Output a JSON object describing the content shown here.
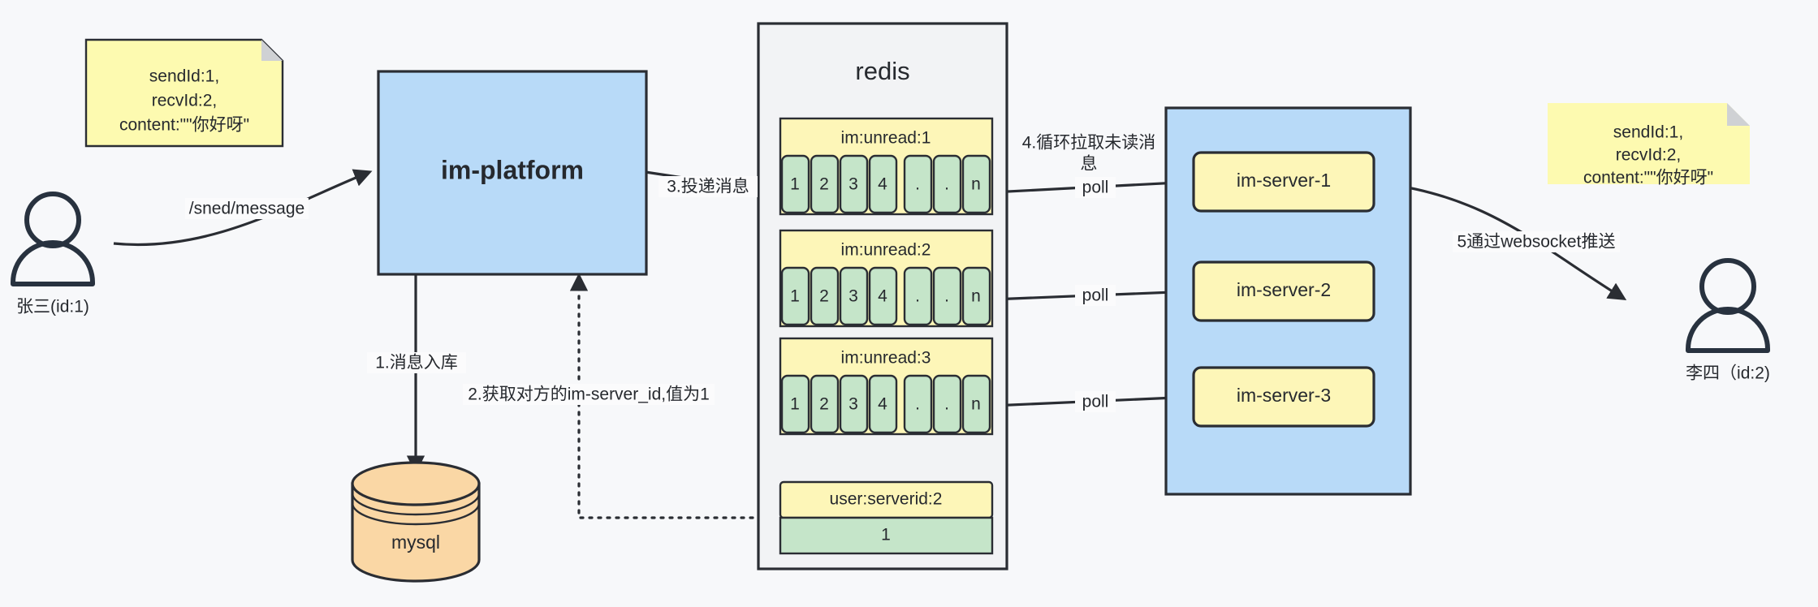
{
  "diagram": {
    "title": "IM message delivery architecture",
    "background": "#f7f8fa",
    "colors": {
      "note_yellow": "#fdfab0",
      "box_blue": "#b8daf8",
      "box_yellow": "#fdf6b8",
      "cell_green": "#c5e5c9",
      "cylinder_orange": "#fad7a5",
      "container_gray": "#f2f3f5",
      "stroke_dark": "#2a2d33"
    }
  },
  "actors": {
    "sender": {
      "label": "张三(id:1)",
      "icon": "person-icon"
    },
    "receiver": {
      "label": "李四（id:2)",
      "icon": "person-icon"
    }
  },
  "notes": {
    "left": {
      "lines": [
        "sendId:1,",
        "recvId:2,",
        "content:\"\"你好呀\""
      ]
    },
    "right": {
      "lines": [
        "sendId:1,",
        "recvId:2,",
        "content:\"\"你好呀\""
      ]
    }
  },
  "nodes": {
    "im_platform": {
      "label": "im-platform"
    },
    "mysql": {
      "label": "mysql"
    },
    "redis": {
      "title": "redis",
      "lists": [
        {
          "key": "im:unread:1",
          "cells": [
            "1",
            "2",
            "3",
            "4",
            ".",
            ".",
            "n"
          ]
        },
        {
          "key": "im:unread:2",
          "cells": [
            "1",
            "2",
            "3",
            "4",
            ".",
            ".",
            "n"
          ]
        },
        {
          "key": "im:unread:3",
          "cells": [
            "1",
            "2",
            "3",
            "4",
            ".",
            ".",
            "n"
          ]
        }
      ],
      "kv": {
        "key": "user:serverid:2",
        "value": "1"
      }
    },
    "im_servers": {
      "items": [
        {
          "label": "im-server-1"
        },
        {
          "label": "im-server-2"
        },
        {
          "label": "im-server-3"
        }
      ]
    }
  },
  "edges": {
    "send_message": "/sned/message",
    "step1": "1.消息入库",
    "step2": "2.获取对方的im-server_id,值为1",
    "step3": "3.投递消息",
    "step4_line1": "4.循环拉取未读消",
    "step4_line2": "息",
    "poll1": "poll",
    "poll2": "poll",
    "poll3": "poll",
    "step5": "5通过websocket推送"
  }
}
